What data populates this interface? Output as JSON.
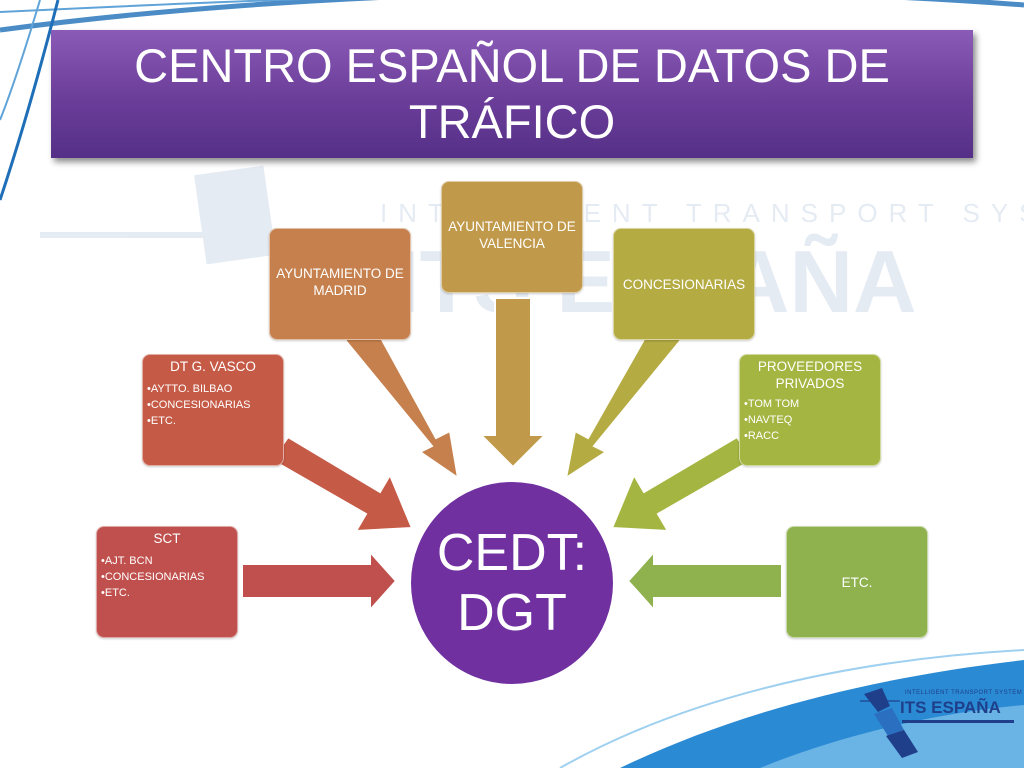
{
  "title": {
    "line1": "CENTRO ESPAÑOL DE DATOS DE",
    "line2": "TRÁFICO"
  },
  "watermark": {
    "top_text": "INTELLIGENT TRANSPORT SYSTEM",
    "brand": "ITS ESPAÑA"
  },
  "center": {
    "line1": "CEDT:",
    "line2": "DGT",
    "color": "#7030a0"
  },
  "sources": {
    "sct": {
      "label": "SCT",
      "items": [
        "AJT. BCN",
        "CONCESIONARIAS",
        "ETC."
      ],
      "color": "#c0504d"
    },
    "vasco": {
      "label": "DT  G. VASCO",
      "items": [
        "AYTTO. BILBAO",
        "CONCESIONARIAS",
        "ETC."
      ],
      "color": "#c55a46"
    },
    "madrid": {
      "label": "AYUNTAMIENTO DE MADRID",
      "color": "#c6804d"
    },
    "valencia": {
      "label": "AYUNTAMIENTO DE VALENCIA",
      "color": "#c09a4a"
    },
    "concesionarias": {
      "label": "CONCESIONARIAS",
      "color": "#b5ab43"
    },
    "proveedores": {
      "label": "PROVEEDORES PRIVADOS",
      "items": [
        "TOM TOM",
        "NAVTEQ",
        "RACC"
      ],
      "color": "#a5b541"
    },
    "etc": {
      "label": "ETC.",
      "color": "#8fb24f"
    }
  },
  "logo": {
    "top_text": "INTELLIGENT TRANSPORT SYSTEM",
    "name": "ITS ESPAÑA"
  }
}
